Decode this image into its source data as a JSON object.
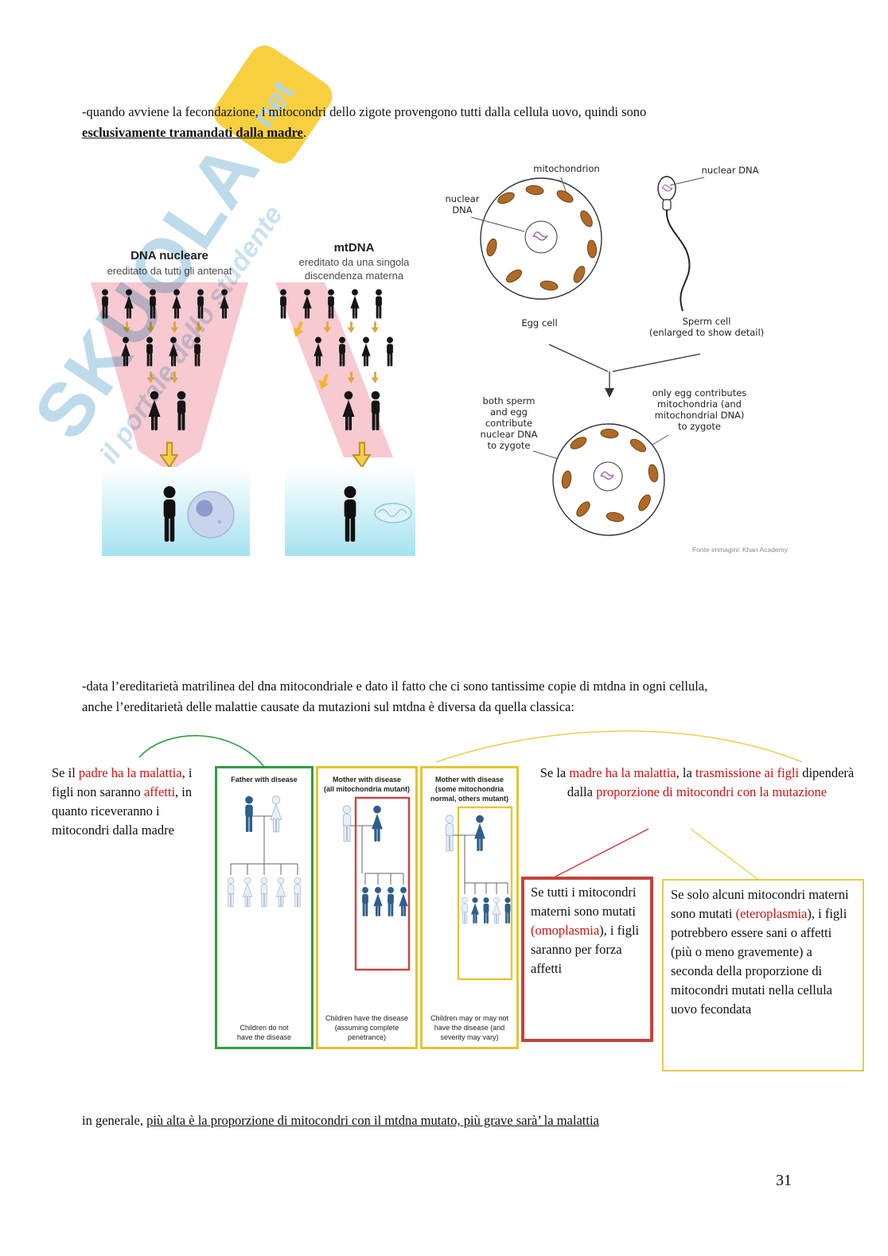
{
  "watermark": {
    "brand": "SKUOLA",
    "suffix": "net",
    "tagline": "il portale dello studente"
  },
  "para1": {
    "line1": "-quando avviene la fecondazione, i mitocondri dello zigote provengono tutti dalla cellula uovo, quindi sono",
    "bold": "esclusivamente tramandati dalla madre",
    "tail": "."
  },
  "para2": {
    "line1": "-data l’ereditarietà matrilinea del dna mitocondriale e dato il fatto che ci sono tantissime copie di mtdna in ogni cellula,",
    "line2": "anche l’ereditarietà delle malattie causate da mutazioni sul mtdna è diversa da quella classica:"
  },
  "figure1": {
    "left": {
      "title_nuclear": "DNA nucleare",
      "subtitle_nuclear": "ereditato da tutti gli antenat",
      "title_mtdna": "mtDNA",
      "subtitle_mtdna": "ereditato da una singola\ndiscendenza materna"
    },
    "right": {
      "nuclear_dna_egg": "nuclear\nDNA",
      "mitochondrion": "mitochondrion",
      "nuclear_dna_sperm": "nuclear DNA",
      "egg_cell": "Egg cell",
      "sperm_cell": "Sperm cell\n(enlarged to show detail)",
      "both_contribute": "both sperm\nand egg\ncontribute\nnuclear DNA\nto zygote",
      "only_egg": "only egg contributes\nmitochondria (and\nmitochondrial DNA)\nto zygote",
      "credit": "Fonte immagini: Khan Academy"
    }
  },
  "pedigree": {
    "left_note": {
      "s1": "Se il ",
      "s2": "padre ha la malattia",
      "s3": ", i figli non saranno ",
      "s4": "affetti",
      "s5": ", in quanto riceveranno i mitocondri dalla madre"
    },
    "right_note": {
      "s1": "Se la ",
      "s2": "madre ha la malattia",
      "s3": ", la ",
      "s4": "trasmissione ai figli",
      "s5": " dipenderà dalla ",
      "s6": "proporzione di mitocondri con la mutazione"
    },
    "panels": [
      {
        "header": "Father with disease",
        "caption": "Children do not\nhave the disease"
      },
      {
        "header": "Mother with disease\n(all mitochondria mutant)",
        "caption": "Children have the disease\n(assuming complete\npenetrance)"
      },
      {
        "header": "Mother with disease\n(some mitochondria\nnormal, others mutant)",
        "caption": "Children may or may not\nhave the disease (and\nseverity may vary)"
      }
    ],
    "omoplasmia_box": {
      "s1": "Se tutti i mitocondri materni sono mutati ",
      "s2": "(omoplasmia",
      "s3": "), i figli saranno per forza affetti"
    },
    "eteroplasmia_box": {
      "s1": "Se solo alcuni mitocondri materni sono mutati ",
      "s2": "(eteroplasmia",
      "s3": "), i figli potrebbero essere sani o affetti (più o meno gravemente) a seconda della proporzione di mitocondri mutati nella cellula uovo fecondata"
    }
  },
  "conclusion": {
    "prefix": "in generale, ",
    "underlined": "più alta è la proporzione di mitocondri con il mtdna mutato, più grave sarà’ la malattia"
  },
  "page_number": "31"
}
